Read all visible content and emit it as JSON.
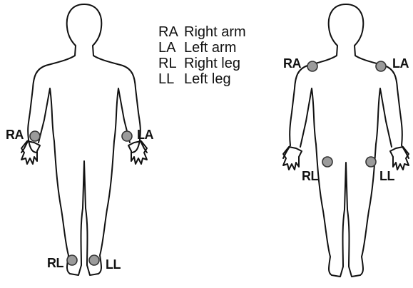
{
  "legend": [
    {
      "code": "RA",
      "name": "Right arm"
    },
    {
      "code": "LA",
      "name": "Left arm"
    },
    {
      "code": "RL",
      "name": "Right leg"
    },
    {
      "code": "LL",
      "name": "Left leg"
    }
  ],
  "figure_left": {
    "labels": {
      "ra": "RA",
      "la": "LA",
      "rl": "RL",
      "ll": "LL"
    }
  },
  "figure_right": {
    "labels": {
      "ra": "RA",
      "la": "LA",
      "rl": "RL",
      "ll": "LL"
    }
  },
  "colors": {
    "outline": "#111111",
    "electrode_fill": "#9b9b9b"
  }
}
